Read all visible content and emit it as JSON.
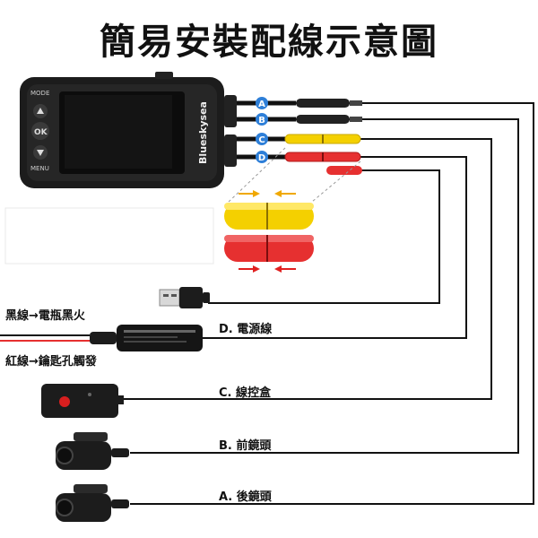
{
  "title": "簡易安裝配線示意圖",
  "device": {
    "brand": "Blueskysea",
    "buttons": [
      "MODE",
      "OK",
      "MENU"
    ]
  },
  "connectors": [
    "A",
    "B",
    "C",
    "D"
  ],
  "labels": {
    "black_wire": "黑線→電瓶黑火",
    "red_wire": "紅線→鑰匙孔觸發",
    "d": "D. 電源線",
    "c": "C. 線控盒",
    "b": "B. 前鏡頭",
    "a": "A. 後鏡頭"
  },
  "colors": {
    "connector_badge": "#2e7fd8",
    "yellow_cable": "#f4d000",
    "red_cable": "#e63030",
    "arrow_yellow": "#f0a800",
    "arrow_red": "#e02020"
  }
}
